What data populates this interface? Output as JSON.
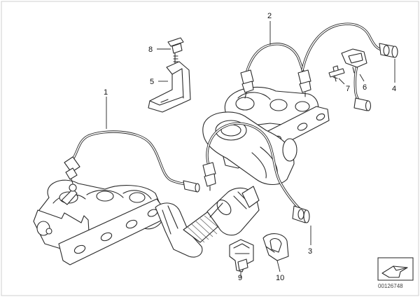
{
  "diagram": {
    "callouts": [
      "1",
      "2",
      "3",
      "4",
      "5",
      "6",
      "7",
      "8",
      "9",
      "10"
    ],
    "document_number": "00126748"
  }
}
